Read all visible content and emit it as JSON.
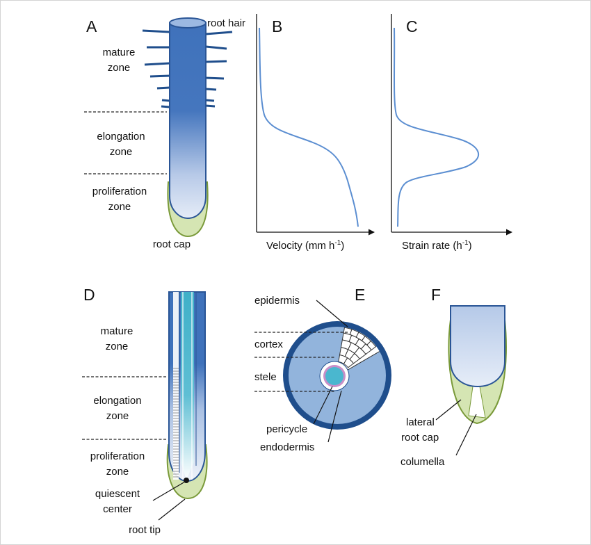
{
  "panels": {
    "a": {
      "letter": "A",
      "root_hair": "root hair",
      "mature_zone_l1": "mature",
      "mature_zone_l2": "zone",
      "elongation_zone_l1": "elongation",
      "elongation_zone_l2": "zone",
      "proliferation_zone_l1": "proliferation",
      "proliferation_zone_l2": "zone",
      "root_cap": "root cap"
    },
    "b": {
      "letter": "B",
      "axis_label_main": "Velocity (mm h",
      "axis_label_sup": "-1",
      "axis_label_end": ")"
    },
    "c": {
      "letter": "C",
      "axis_label_main": "Strain rate (h",
      "axis_label_sup": "-1",
      "axis_label_end": ")"
    },
    "d": {
      "letter": "D",
      "mature_zone_l1": "mature",
      "mature_zone_l2": "zone",
      "elongation_zone_l1": "elongation",
      "elongation_zone_l2": "zone",
      "proliferation_zone_l1": "proliferation",
      "proliferation_zone_l2": "zone",
      "quiescent_l1": "quiescent",
      "quiescent_l2": "center",
      "root_tip": "root tip"
    },
    "e": {
      "letter": "E",
      "epidermis": "epidermis",
      "cortex": "cortex",
      "stele": "stele",
      "pericycle": "pericycle",
      "endodermis": "endodermis"
    },
    "f": {
      "letter": "F",
      "lateral_l1": "lateral",
      "lateral_l2": "root cap",
      "columella": "columella"
    }
  },
  "colors": {
    "root_blue": "#3f6fb8",
    "root_dark": "#2a5596",
    "root_pale": "#e3eaf6",
    "cap_green": "#d5e5b3",
    "cap_border": "#7a9a3a",
    "stele_cyan": "#4ab7cf",
    "cortex_blue": "#92b4dc",
    "epidermis_navy": "#1f4e8c",
    "curve_blue": "#5b8ed1",
    "pericycle_pink": "#c88fc8"
  }
}
